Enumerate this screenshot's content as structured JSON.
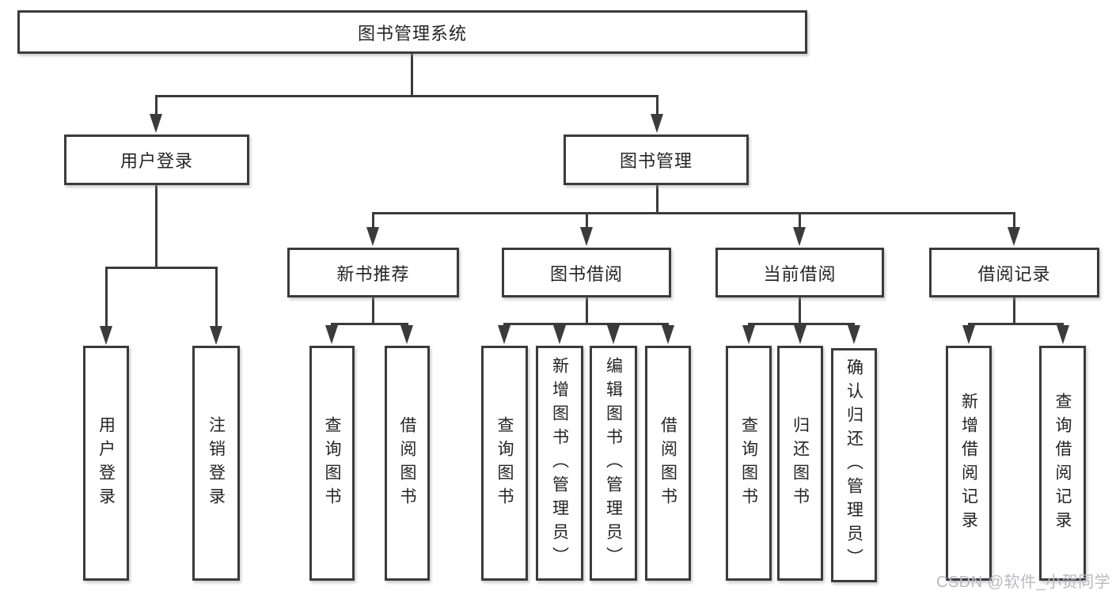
{
  "diagram": {
    "root": {
      "label": "图书管理系统"
    },
    "level2": [
      {
        "label": "用户登录"
      },
      {
        "label": "图书管理"
      }
    ],
    "level3": [
      {
        "label": "新书推荐"
      },
      {
        "label": "图书借阅"
      },
      {
        "label": "当前借阅"
      },
      {
        "label": "借阅记录"
      }
    ],
    "leaves": {
      "user_login": [
        {
          "label": "用户登录"
        },
        {
          "label": "注销登录"
        }
      ],
      "new_book": [
        {
          "label": "查询图书"
        },
        {
          "label": "借阅图书"
        }
      ],
      "book_borrow": [
        {
          "label": "查询图书"
        },
        {
          "label": "新增图书（管理员）"
        },
        {
          "label": "编辑图书（管理员）"
        },
        {
          "label": "借阅图书"
        }
      ],
      "current_borrow": [
        {
          "label": "查询图书"
        },
        {
          "label": "归还图书"
        },
        {
          "label": "确认归还（管理员）"
        }
      ],
      "borrow_record": [
        {
          "label": "新增借阅记录"
        },
        {
          "label": "查询借阅记录"
        }
      ]
    },
    "watermark": "CSDN @软件_小贺同学",
    "colors": {
      "line": "#3b3b3b",
      "text": "#242424",
      "watermark": "#babac0",
      "background": "#ffffff"
    }
  }
}
